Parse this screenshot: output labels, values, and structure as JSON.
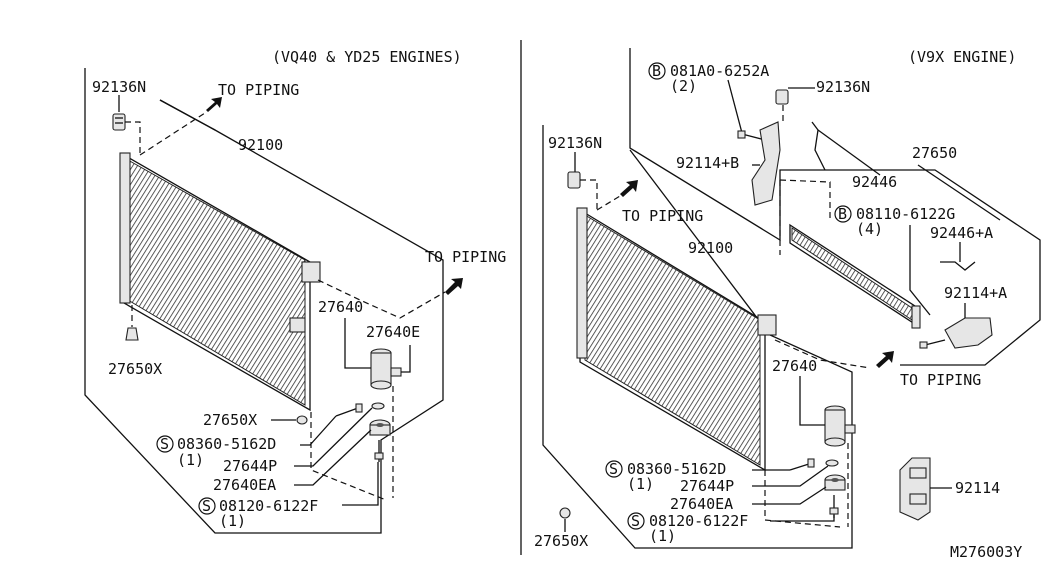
{
  "diagram_id": "M276003Y",
  "left_panel": {
    "heading": "(VQ40 & YD25 ENGINES)",
    "labels": {
      "p92136N": "92136N",
      "to_piping_top": "TO PIPING",
      "p92100": "92100",
      "to_piping_right": "TO PIPING",
      "p27640": "27640",
      "p27640E": "27640E",
      "p27650X_upper": "27650X",
      "p27650X_lower": "27650X",
      "p08360": "08360-5162D",
      "p08360_qty": "(1)",
      "p27644P": "27644P",
      "p27640EA": "27640EA",
      "p08120": "08120-6122F",
      "p08120_qty": "(1)"
    }
  },
  "right_panel": {
    "heading": "(V9X ENGINE)",
    "labels": {
      "p081A0": "081A0-6252A",
      "p081A0_qty": "(2)",
      "p92136N_top": "92136N",
      "p92136N_left": "92136N",
      "p92114B": "92114+B",
      "p27650": "27650",
      "p92446": "92446",
      "to_piping_top": "TO PIPING",
      "p08110": "08110-6122G",
      "p08110_qty": "(4)",
      "p92100": "92100",
      "p92446A": "92446+A",
      "p92114A": "92114+A",
      "p27640": "27640",
      "to_piping_right": "TO PIPING",
      "p08360": "08360-5162D",
      "p08360_qty": "(1)",
      "p27644P": "27644P",
      "p27640EA": "27640EA",
      "p08120": "08120-6122F",
      "p08120_qty": "(1)",
      "p27650X": "27650X",
      "p92114": "92114"
    }
  },
  "markers": {
    "screw": "S",
    "bolt": "B"
  }
}
